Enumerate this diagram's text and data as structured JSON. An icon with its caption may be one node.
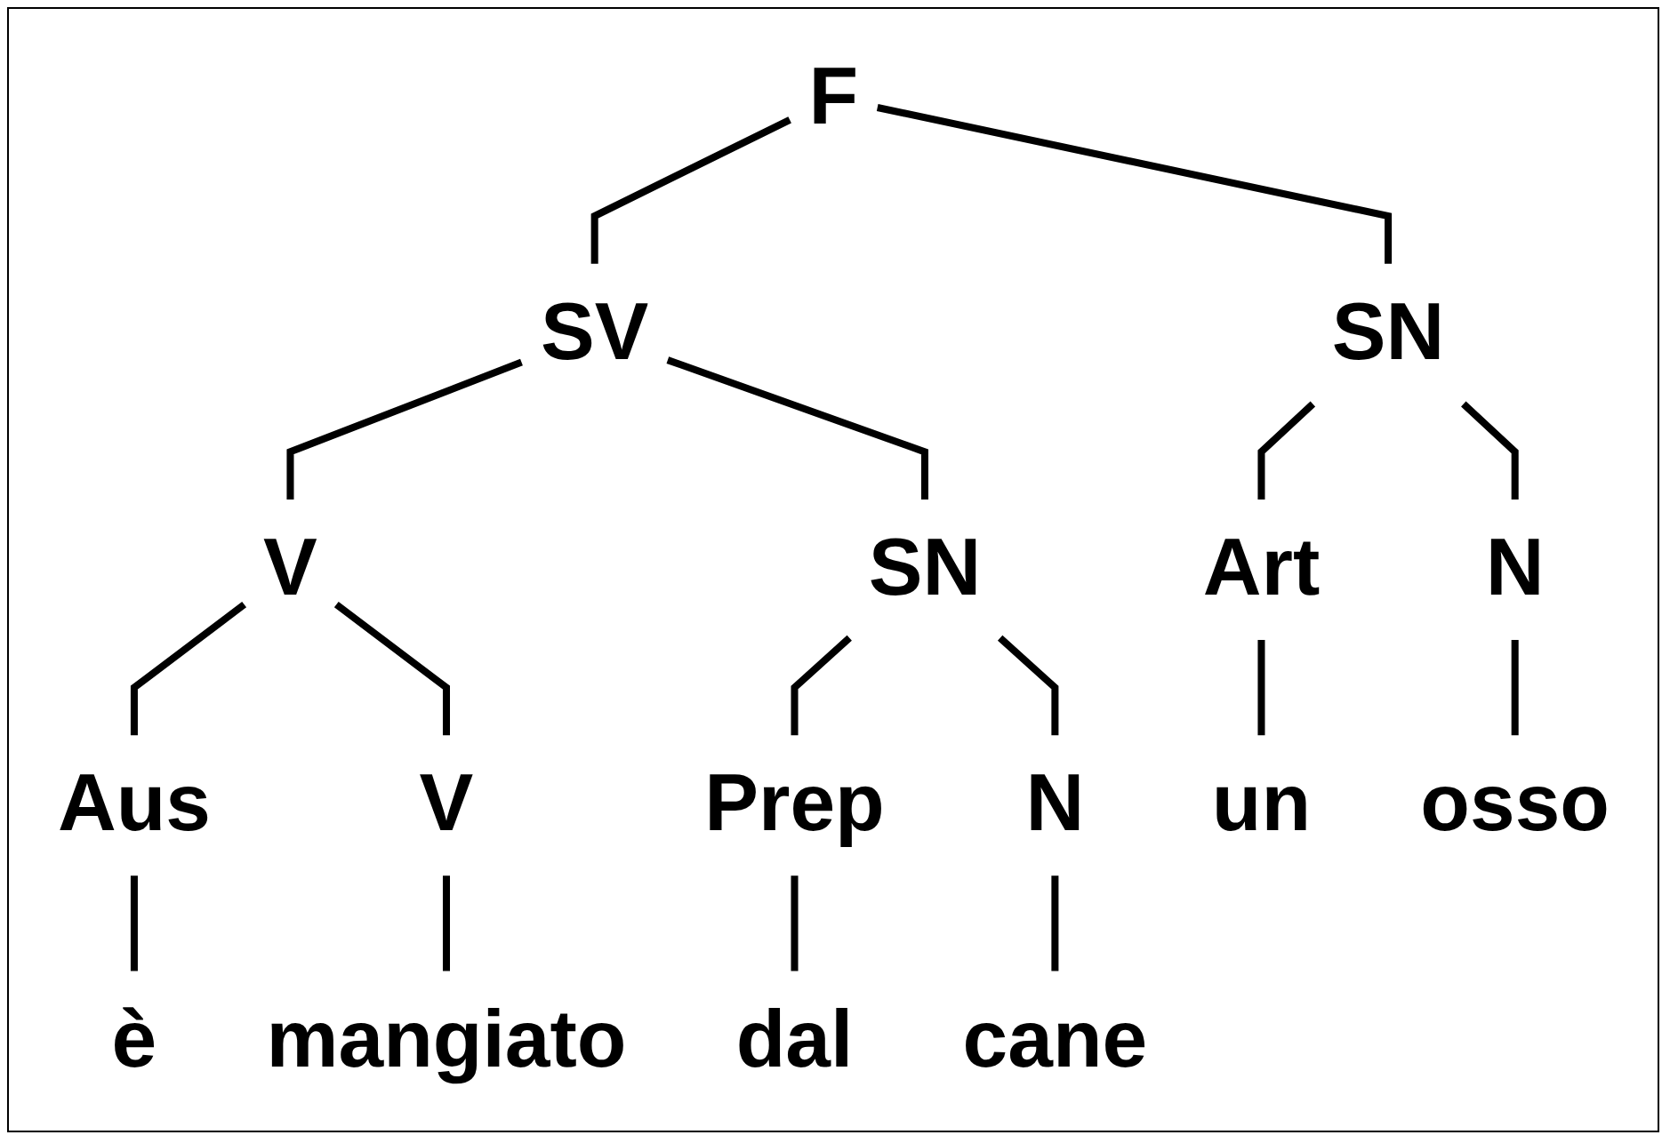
{
  "diagram": {
    "nodes": [
      {
        "text": [
          "F"
        ]
      },
      {
        "text": [
          "SN"
        ]
      },
      {
        "text": [
          "SV"
        ]
      },
      {
        "text": [
          "Art"
        ]
      },
      {
        "text": [
          "N"
        ]
      },
      {
        "text": [
          "V"
        ]
      },
      {
        "text": [
          "SN"
        ]
      },
      {
        "text": [
          "Aus"
        ]
      },
      {
        "text": [
          "V"
        ]
      },
      {
        "text": [
          "Prep"
        ]
      },
      {
        "text": [
          "N"
        ]
      },
      {
        "text": [
          "un"
        ]
      },
      {
        "text": [
          "osso"
        ]
      },
      {
        "text": [
          "è"
        ]
      },
      {
        "text": [
          "mangiato"
        ]
      },
      {
        "text": [
          "dal"
        ]
      },
      {
        "text": [
          "cane"
        ]
      }
    ],
    "edges": [
      {
        "from": 0,
        "to": 1,
        "arrow": "none"
      },
      {
        "from": 0,
        "to": 2,
        "arrow": "none"
      },
      {
        "from": 1,
        "to": 3,
        "arrow": "none"
      },
      {
        "from": 1,
        "to": 4,
        "arrow": "none"
      },
      {
        "from": 2,
        "to": 5,
        "arrow": "none"
      },
      {
        "from": 2,
        "to": 6,
        "arrow": "none"
      },
      {
        "from": 5,
        "to": 7,
        "arrow": "none"
      },
      {
        "from": 5,
        "to": 8,
        "arrow": "none"
      },
      {
        "from": 6,
        "to": 9,
        "arrow": "none"
      },
      {
        "from": 6,
        "to": 10,
        "arrow": "none"
      },
      {
        "from": 3,
        "to": 11,
        "arrow": "none"
      },
      {
        "from": 4,
        "to": 12,
        "arrow": "none"
      },
      {
        "from": 7,
        "to": 13,
        "arrow": "none"
      },
      {
        "from": 8,
        "to": 14,
        "arrow": "none"
      },
      {
        "from": 9,
        "to": 15,
        "arrow": "none"
      },
      {
        "from": 10,
        "to": 16,
        "arrow": "none"
      }
    ]
  }
}
